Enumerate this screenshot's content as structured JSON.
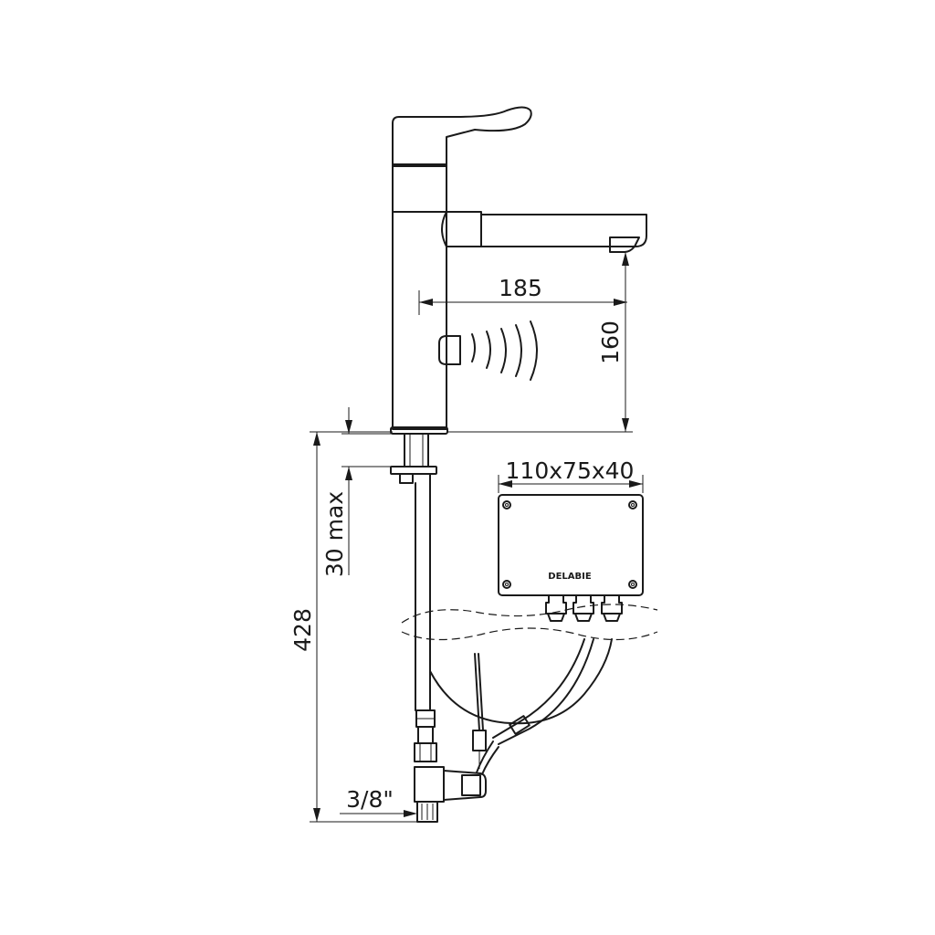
{
  "dimensions": {
    "spout_reach": "185",
    "spout_height": "160",
    "deck_thickness": "30 max",
    "total_length": "428",
    "connection": "3/8\"",
    "box_size": "110x75x40"
  },
  "box": {
    "brand": "DELABIE"
  }
}
